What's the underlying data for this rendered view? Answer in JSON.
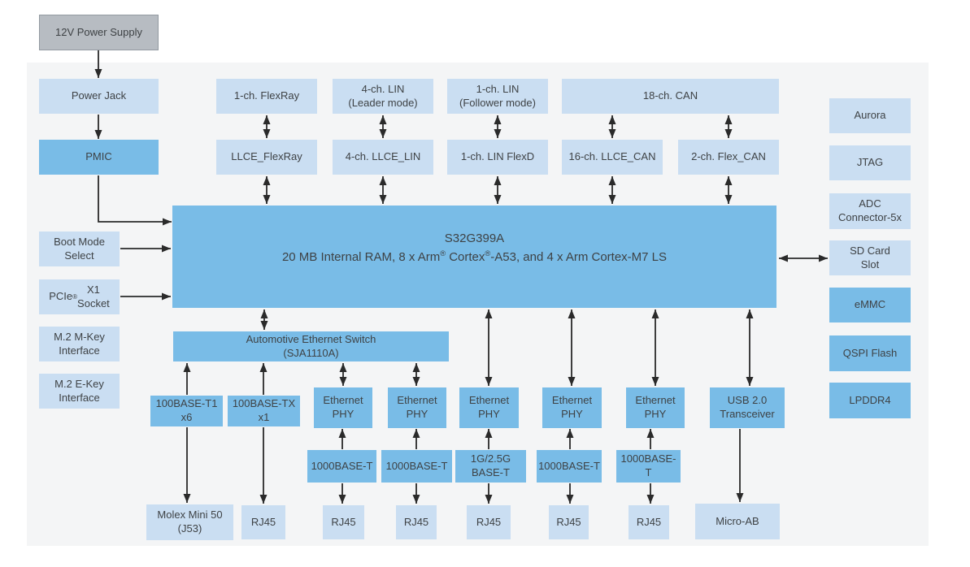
{
  "colors": {
    "panel_background": "#f4f5f6",
    "light_blue_box": "#cadef2",
    "medium_blue_box": "#79bce7",
    "gray_box": "#b7bcc2",
    "arrow": "#2a2a2a",
    "text": "#3e4245"
  },
  "nodes": {
    "supply": "12V Power Supply",
    "power_jack": "Power Jack",
    "pmic": "PMIC",
    "flexray_io": "1-ch. FlexRay",
    "lin4_io": "4-ch. LIN\n(Leader mode)",
    "lin1_io": "1-ch. LIN\n(Follower mode)",
    "can_io": "18-ch. CAN",
    "llce_flexray": "LLCE_FlexRay",
    "llce_lin": "4-ch. LLCE_LIN",
    "lin_flexd": "1-ch. LIN FlexD",
    "llce_can": "16-ch. LLCE_CAN",
    "flex_can": "2-ch. Flex_CAN",
    "soc_title": "S32G399A",
    "soc_subtitle": "20 MB Internal RAM, 8 x Arm® Cortex®-A53, and 4 x Arm Cortex-M7 LS",
    "boot_mode": "Boot Mode\nSelect",
    "pcie": "PCIe® X1\nSocket",
    "m2_m": "M.2 M-Key\nInterface",
    "m2_e": "M.2 E-Key\nInterface",
    "aurora": "Aurora",
    "jtag": "JTAG",
    "adc": "ADC\nConnector-5x",
    "sd": "SD Card\nSlot",
    "emmc": "eMMC",
    "qspi": "QSPI Flash",
    "lpddr4": "LPDDR4",
    "eth_switch": "Automotive Ethernet Switch\n(SJA1110A)",
    "base100_t1": "100BASE-T1\nx6",
    "base100_tx": "100BASE-TX\nx1",
    "ethernet_phy": "Ethernet\nPHY",
    "usb": "USB 2.0\nTransceiver",
    "base_1000": "1000BASE-T",
    "base_1g25": "1G/2.5G\nBASE-T",
    "molex": "Molex Mini 50\n(J53)",
    "rj45": "RJ45",
    "micro_ab": "Micro-AB"
  }
}
